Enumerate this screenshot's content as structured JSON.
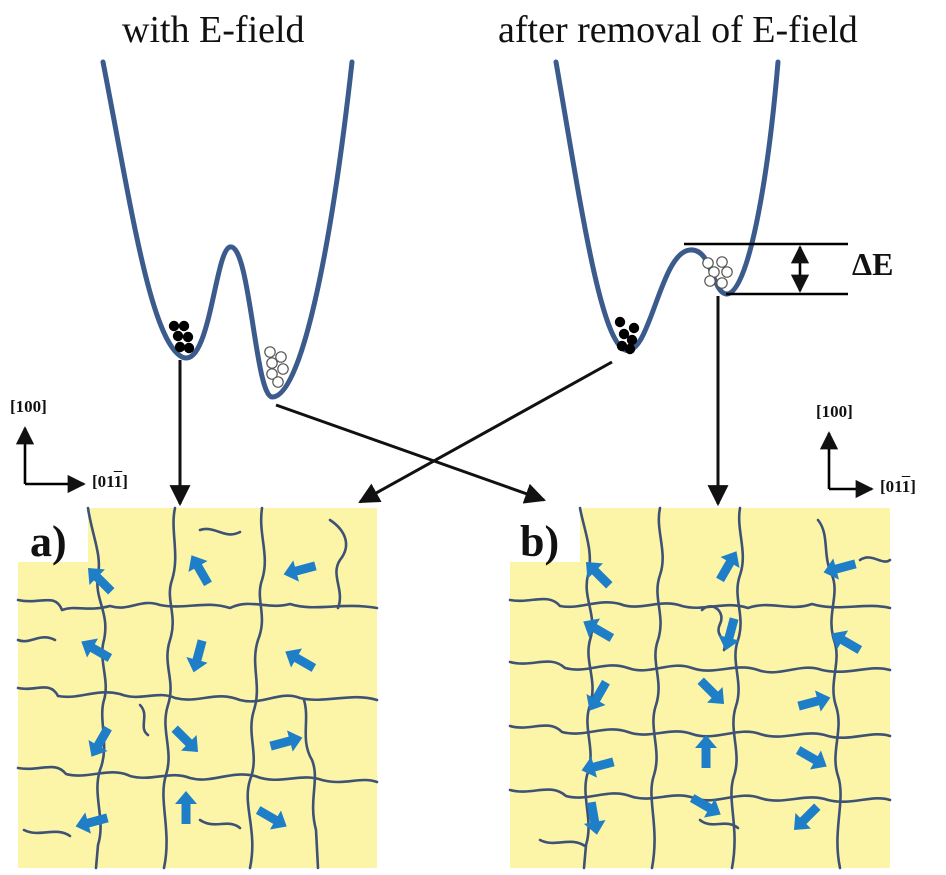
{
  "titles": {
    "left": "with E-field",
    "right": "after removal of  E-field"
  },
  "energy_label": "ΔE",
  "axes": {
    "vertical": "[100]",
    "horizontal_main": "[01",
    "horizontal_bar": "1",
    "horizontal_close": "]"
  },
  "panels": [
    {
      "label": "a)",
      "arrows": [
        {
          "deg": 225
        },
        {
          "deg": 240
        },
        {
          "deg": 165
        },
        {
          "deg": 210
        },
        {
          "deg": 105
        },
        {
          "deg": 210
        },
        {
          "deg": 120
        },
        {
          "deg": 45
        },
        {
          "deg": 345
        },
        {
          "deg": 165
        },
        {
          "deg": 270
        },
        {
          "deg": 30
        }
      ]
    },
    {
      "label": "b)",
      "arrows": [
        {
          "deg": 225
        },
        {
          "deg": 300
        },
        {
          "deg": 165
        },
        {
          "deg": 210
        },
        {
          "deg": 105
        },
        {
          "deg": 210
        },
        {
          "deg": 120
        },
        {
          "deg": 45
        },
        {
          "deg": 345
        },
        {
          "deg": 165
        },
        {
          "deg": 270
        },
        {
          "deg": 30
        },
        {
          "deg": 80
        },
        {
          "deg": 30
        },
        {
          "deg": 135
        }
      ]
    }
  ],
  "colors": {
    "well": "#3b5b8c",
    "grain_fill": "#fcf5a8",
    "grain_line": "#3d5274",
    "arrow": "#1e7fc8",
    "connector": "#111111"
  }
}
